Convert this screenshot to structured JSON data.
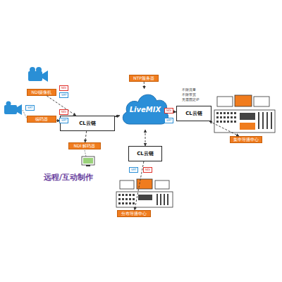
{
  "diagram": {
    "nodes": [
      {
        "text": [
          "NDI摄像机"
        ]
      },
      {
        "text": [
          "编码器"
        ]
      },
      {
        "text": [
          "CL云链"
        ]
      },
      {
        "text": [
          "NDI 解码器"
        ]
      },
      {
        "text": [
          "LiveMIX"
        ]
      },
      {
        "text": [
          "NTP服务器"
        ]
      },
      {
        "text": [
          "CL云链"
        ]
      },
      {
        "text": [
          "集中导播中心"
        ]
      },
      {
        "text": [
          "CL云链"
        ]
      },
      {
        "text": [
          "分布导播中心"
        ]
      }
    ],
    "edges": [
      {
        "from": 0,
        "to": 2,
        "arrow": "to"
      },
      {
        "from": 1,
        "to": 2,
        "arrow": "to"
      },
      {
        "from": 2,
        "to": 3,
        "arrow": "to"
      },
      {
        "from": 2,
        "to": 4,
        "arrow": "both"
      },
      {
        "from": 5,
        "to": 4,
        "arrow": "to"
      },
      {
        "from": 4,
        "to": 6,
        "arrow": "both"
      },
      {
        "from": 6,
        "to": 7,
        "arrow": "both"
      },
      {
        "from": 8,
        "to": 4,
        "arrow": "both"
      },
      {
        "from": 8,
        "to": 9,
        "arrow": "to"
      }
    ],
    "labels": [
      "远程/互动制作",
      "不限流量",
      "不限带宽",
      "无需固定IP",
      "NDI",
      "SRT",
      "SRT",
      "NDI",
      "SRT",
      "NDI",
      "SRT",
      "SRT",
      "NDI"
    ]
  }
}
